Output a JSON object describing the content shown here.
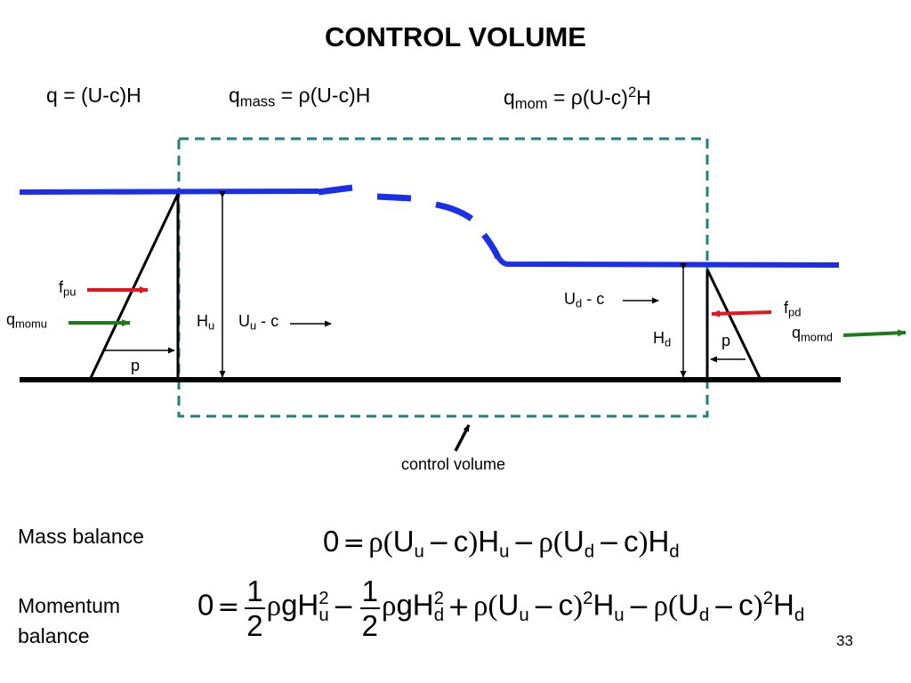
{
  "title": "CONTROL VOLUME",
  "formulas": {
    "q": {
      "lhs": "q",
      "rhs": "= (U-c)H"
    },
    "qmass": {
      "base": "q",
      "sub": "mass",
      "rhs_pre": "= ρ(U-c)H"
    },
    "qmom": {
      "base": "q",
      "sub": "mom",
      "rhs_pre": "= ρ(U-c)",
      "sup": "2",
      "rhs_post": "H"
    }
  },
  "labels": {
    "fpu": {
      "base": "f",
      "sub": "pu"
    },
    "qmomu": {
      "base": "q",
      "sub": "momu"
    },
    "p_left": "p",
    "Hu": {
      "base": "H",
      "sub": "u"
    },
    "Uu_c": {
      "base": "U",
      "sub": "u",
      "rest": " - c"
    },
    "Ud_c": {
      "base": "U",
      "sub": "d",
      "rest": " - c"
    },
    "Hd": {
      "base": "H",
      "sub": "d"
    },
    "p_right": "p",
    "fpd": {
      "base": "f",
      "sub": "pd"
    },
    "qmomd": {
      "base": "q",
      "sub": "momd"
    },
    "control_volume": "control volume"
  },
  "balances": {
    "mass_label": "Mass balance",
    "momentum_label_line1": "Momentum",
    "momentum_label_line2": "balance"
  },
  "page_number": "33",
  "colors": {
    "water_surface": "#1a2fe6",
    "control_volume_box": "#1f8080",
    "force_arrow": "#e8141c",
    "momentum_arrow": "#1a7d1a",
    "bed": "#000000"
  }
}
